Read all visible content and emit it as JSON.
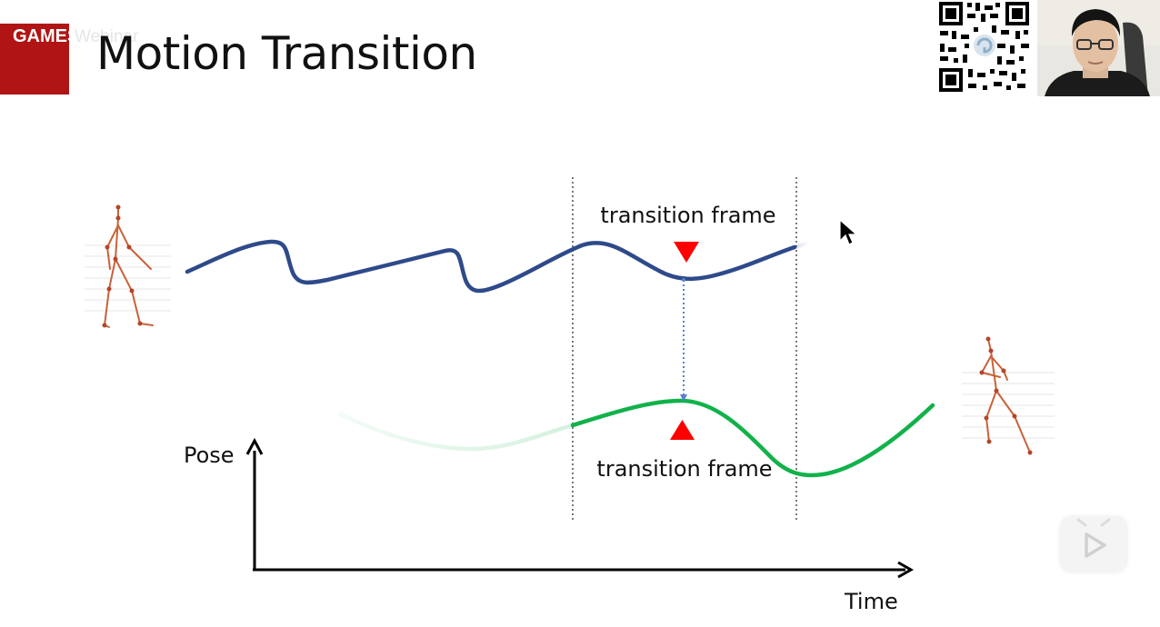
{
  "slide": {
    "brand_label": "GAMES",
    "brand_ghost": "Webinar",
    "title": "Motion Transition"
  },
  "diagram": {
    "top_label": "transition frame",
    "bottom_label": "transition frame",
    "y_axis_label": "Pose",
    "x_axis_label": "Time",
    "colors": {
      "source_motion": "#2e4a8a",
      "target_motion": "#11b24a",
      "marker": "#ff0000",
      "link": "#5b7fd1"
    }
  },
  "overlay": {
    "play_icon": "play-icon",
    "cursor_icon": "mouse-pointer-icon"
  }
}
